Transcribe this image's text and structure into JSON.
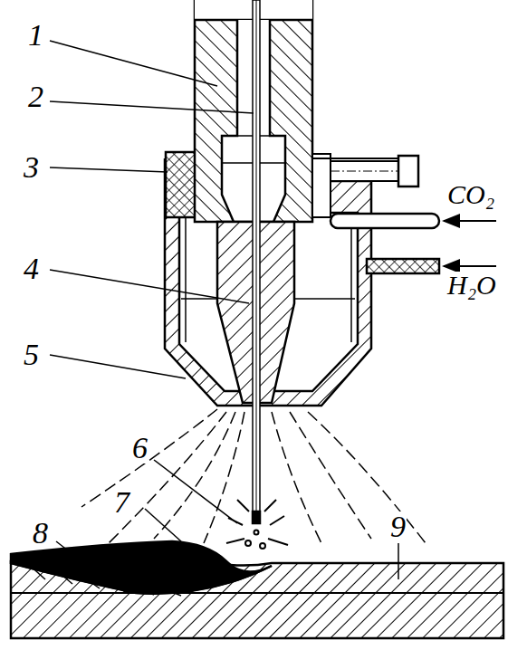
{
  "diagram": {
    "labels": [
      "1",
      "2",
      "3",
      "4",
      "5",
      "6",
      "7",
      "8",
      "9",
      "CO₂",
      "H₂O"
    ]
  }
}
